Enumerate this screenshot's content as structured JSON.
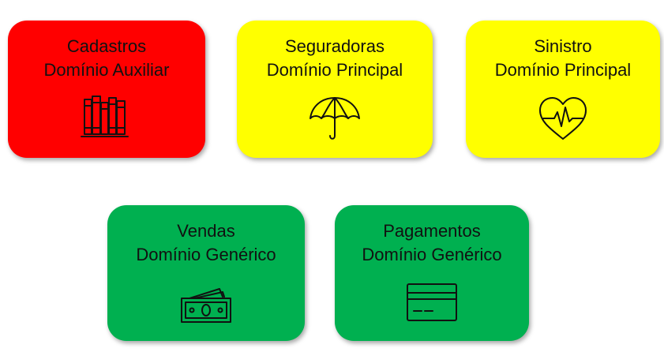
{
  "cards": [
    {
      "title": "Cadastros",
      "subtitle": "Domínio Auxiliar",
      "icon": "books-icon",
      "color": "#ff0000"
    },
    {
      "title": "Seguradoras",
      "subtitle": "Domínio Principal",
      "icon": "umbrella-icon",
      "color": "#ffff00"
    },
    {
      "title": "Sinistro",
      "subtitle": "Domínio Principal",
      "icon": "heartbeat-icon",
      "color": "#ffff00"
    },
    {
      "title": "Vendas",
      "subtitle": "Domínio Genérico",
      "icon": "money-icon",
      "color": "#00b050"
    },
    {
      "title": "Pagamentos",
      "subtitle": "Domínio Genérico",
      "icon": "credit-card-icon",
      "color": "#00b050"
    }
  ]
}
